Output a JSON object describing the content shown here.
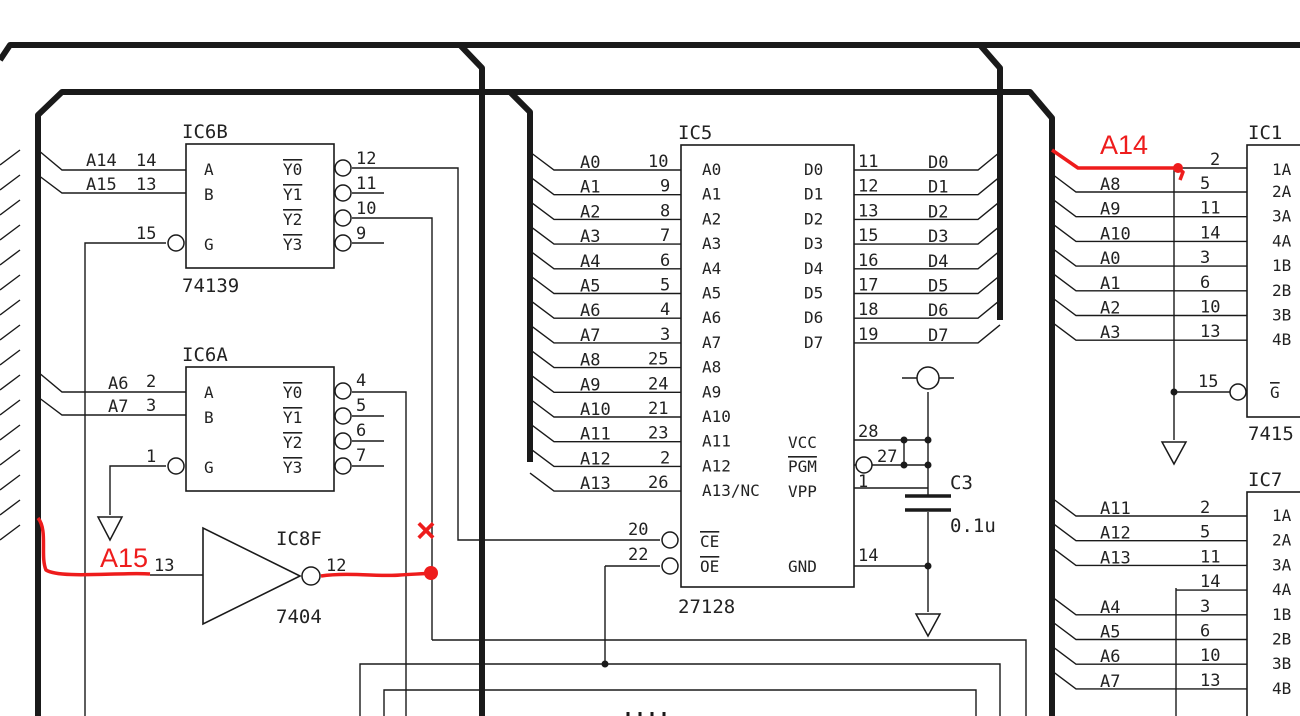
{
  "ic6b": {
    "name": "IC6B",
    "part": "74139",
    "in_a": "A",
    "in_b": "B",
    "in_g": "G",
    "out0": "Y0",
    "out1": "Y1",
    "out2": "Y2",
    "out3": "Y3",
    "pin_a": "14",
    "pin_b": "13",
    "pin_g": "15",
    "pin_y0": "12",
    "pin_y1": "11",
    "pin_y2": "10",
    "pin_y3": "9",
    "net_a": "A14",
    "net_b": "A15"
  },
  "ic6a": {
    "name": "IC6A",
    "in_a": "A",
    "in_b": "B",
    "in_g": "G",
    "out0": "Y0",
    "out1": "Y1",
    "out2": "Y2",
    "out3": "Y3",
    "pin_a": "2",
    "pin_b": "3",
    "pin_g": "1",
    "pin_y0": "4",
    "pin_y1": "5",
    "pin_y2": "6",
    "pin_y3": "7",
    "net_a": "A6",
    "net_b": "A7"
  },
  "ic8f": {
    "name": "IC8F",
    "part": "7404",
    "pin_in": "13",
    "pin_out": "12"
  },
  "ic5": {
    "name": "IC5",
    "part": "27128",
    "left_pins": [
      {
        "net": "A0",
        "pin": "10",
        "label": "A0"
      },
      {
        "net": "A1",
        "pin": "9",
        "label": "A1"
      },
      {
        "net": "A2",
        "pin": "8",
        "label": "A2"
      },
      {
        "net": "A3",
        "pin": "7",
        "label": "A3"
      },
      {
        "net": "A4",
        "pin": "6",
        "label": "A4"
      },
      {
        "net": "A5",
        "pin": "5",
        "label": "A5"
      },
      {
        "net": "A6",
        "pin": "4",
        "label": "A6"
      },
      {
        "net": "A7",
        "pin": "3",
        "label": "A7"
      },
      {
        "net": "A8",
        "pin": "25",
        "label": "A8"
      },
      {
        "net": "A9",
        "pin": "24",
        "label": "A9"
      },
      {
        "net": "A10",
        "pin": "21",
        "label": "A10"
      },
      {
        "net": "A11",
        "pin": "23",
        "label": "A11"
      },
      {
        "net": "A12",
        "pin": "2",
        "label": "A12"
      },
      {
        "net": "A13",
        "pin": "26",
        "label": "A13/NC"
      }
    ],
    "right_pins": [
      {
        "label": "D0",
        "pin": "11",
        "net": "D0"
      },
      {
        "label": "D1",
        "pin": "12",
        "net": "D1"
      },
      {
        "label": "D2",
        "pin": "13",
        "net": "D2"
      },
      {
        "label": "D3",
        "pin": "15",
        "net": "D3"
      },
      {
        "label": "D4",
        "pin": "16",
        "net": "D4"
      },
      {
        "label": "D5",
        "pin": "17",
        "net": "D5"
      },
      {
        "label": "D6",
        "pin": "18",
        "net": "D6"
      },
      {
        "label": "D7",
        "pin": "19",
        "net": "D7"
      }
    ],
    "vcc": "VCC",
    "pgm": "PGM",
    "vpp": "VPP",
    "gnd": "GND",
    "ce": "CE",
    "oe": "OE",
    "pin_vcc": "28",
    "pin_pgm": "27",
    "pin_vpp": "1",
    "pin_gnd": "14",
    "pin_ce": "20",
    "pin_oe": "22"
  },
  "c3": {
    "name": "C3",
    "value": "0.1u"
  },
  "ic1": {
    "name": "IC1",
    "part_partial": "7415",
    "rows": [
      {
        "net": "A8",
        "pin": "5",
        "label": "2A"
      },
      {
        "net": "A9",
        "pin": "11",
        "label": "3A"
      },
      {
        "net": "A10",
        "pin": "14",
        "label": "4A"
      },
      {
        "net": "A0",
        "pin": "3",
        "label": "1B"
      },
      {
        "net": "A1",
        "pin": "6",
        "label": "2B"
      },
      {
        "net": "A2",
        "pin": "10",
        "label": "3B"
      },
      {
        "net": "A3",
        "pin": "13",
        "label": "4B"
      }
    ],
    "top_pin": "2",
    "top_label": "1A",
    "g_pin": "15",
    "g_label": "G"
  },
  "ic7": {
    "name": "IC7",
    "rows": [
      {
        "net": "A11",
        "pin": "2",
        "label": "1A"
      },
      {
        "net": "A12",
        "pin": "5",
        "label": "2A"
      },
      {
        "net": "A13",
        "pin": "11",
        "label": "3A"
      },
      {
        "net": "",
        "pin": "14",
        "label": "4A"
      },
      {
        "net": "A4",
        "pin": "3",
        "label": "1B"
      },
      {
        "net": "A5",
        "pin": "6",
        "label": "2B"
      },
      {
        "net": "A6",
        "pin": "10",
        "label": "3B"
      },
      {
        "net": "A7",
        "pin": "13",
        "label": "4B"
      }
    ]
  },
  "annotations": {
    "a14": "A14",
    "a15": "A15",
    "cross": "×",
    "color": "#ee1c1c"
  },
  "colors": {
    "ink": "#1a1a1a",
    "fill": "#fafafa",
    "red": "#ee1c1c"
  }
}
